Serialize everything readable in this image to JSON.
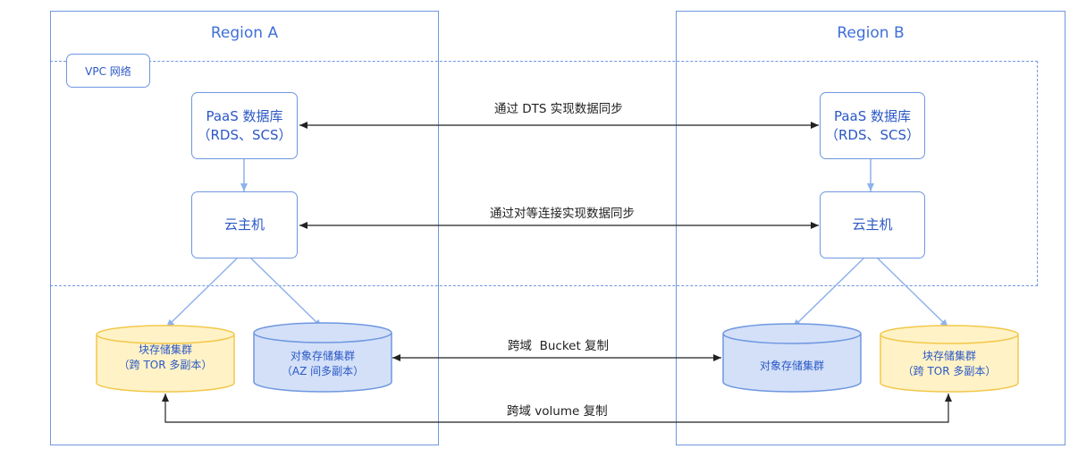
{
  "region_a": {
    "title": "Region A"
  },
  "region_b": {
    "title": "Region B"
  },
  "vpc": {
    "label": "VPC 网络"
  },
  "nodes": {
    "a_paas": {
      "line1": "PaaS 数据库",
      "line2": "（RDS、SCS）"
    },
    "b_paas": {
      "line1": "PaaS 数据库",
      "line2": "（RDS、SCS）"
    },
    "a_host": {
      "label": "云主机"
    },
    "b_host": {
      "label": "云主机"
    },
    "a_block": {
      "line1": "块存储集群",
      "line2": "（跨 TOR 多副本）"
    },
    "a_object": {
      "line1": "对象存储集群",
      "line2": "（AZ 间多副本）"
    },
    "b_object": {
      "line1": "对象存储集群"
    },
    "b_block": {
      "line1": "块存储集群",
      "line2": "（跨 TOR 多副本）"
    }
  },
  "links": {
    "dts": "通过 DTS 实现数据同步",
    "peer": "通过对等连接实现数据同步",
    "bucket": "跨域  Bucket 复制",
    "volume": "跨域 volume 复制"
  },
  "colors": {
    "accent_blue": "#3f6fd8",
    "border_blue": "#6f97e0",
    "cylinder_blue_fill": "#d3e0f8",
    "cylinder_yellow_fill": "#fff2c6",
    "cylinder_yellow_stroke": "#f2c84b"
  }
}
